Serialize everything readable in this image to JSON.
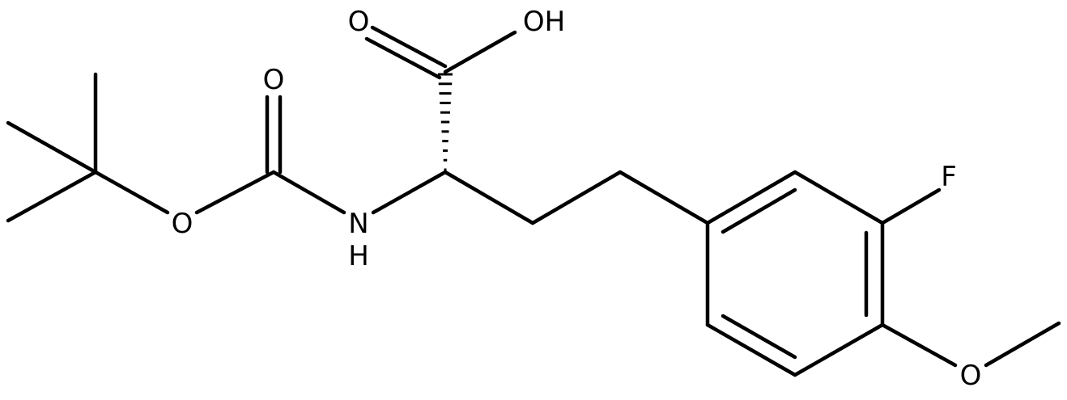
{
  "molecule": {
    "atom_labels": {
      "carbonyl_oxygen_acid": "O",
      "hydroxyl": "OH",
      "carbonyl_oxygen_boc": "O",
      "ester_oxygen_boc": "O",
      "amine_n": "N",
      "amine_h": "H",
      "fluorine": "F",
      "methoxy_oxygen": "O"
    },
    "colors": {
      "bond": "#000000",
      "label": "#000000",
      "background": "#ffffff"
    }
  }
}
